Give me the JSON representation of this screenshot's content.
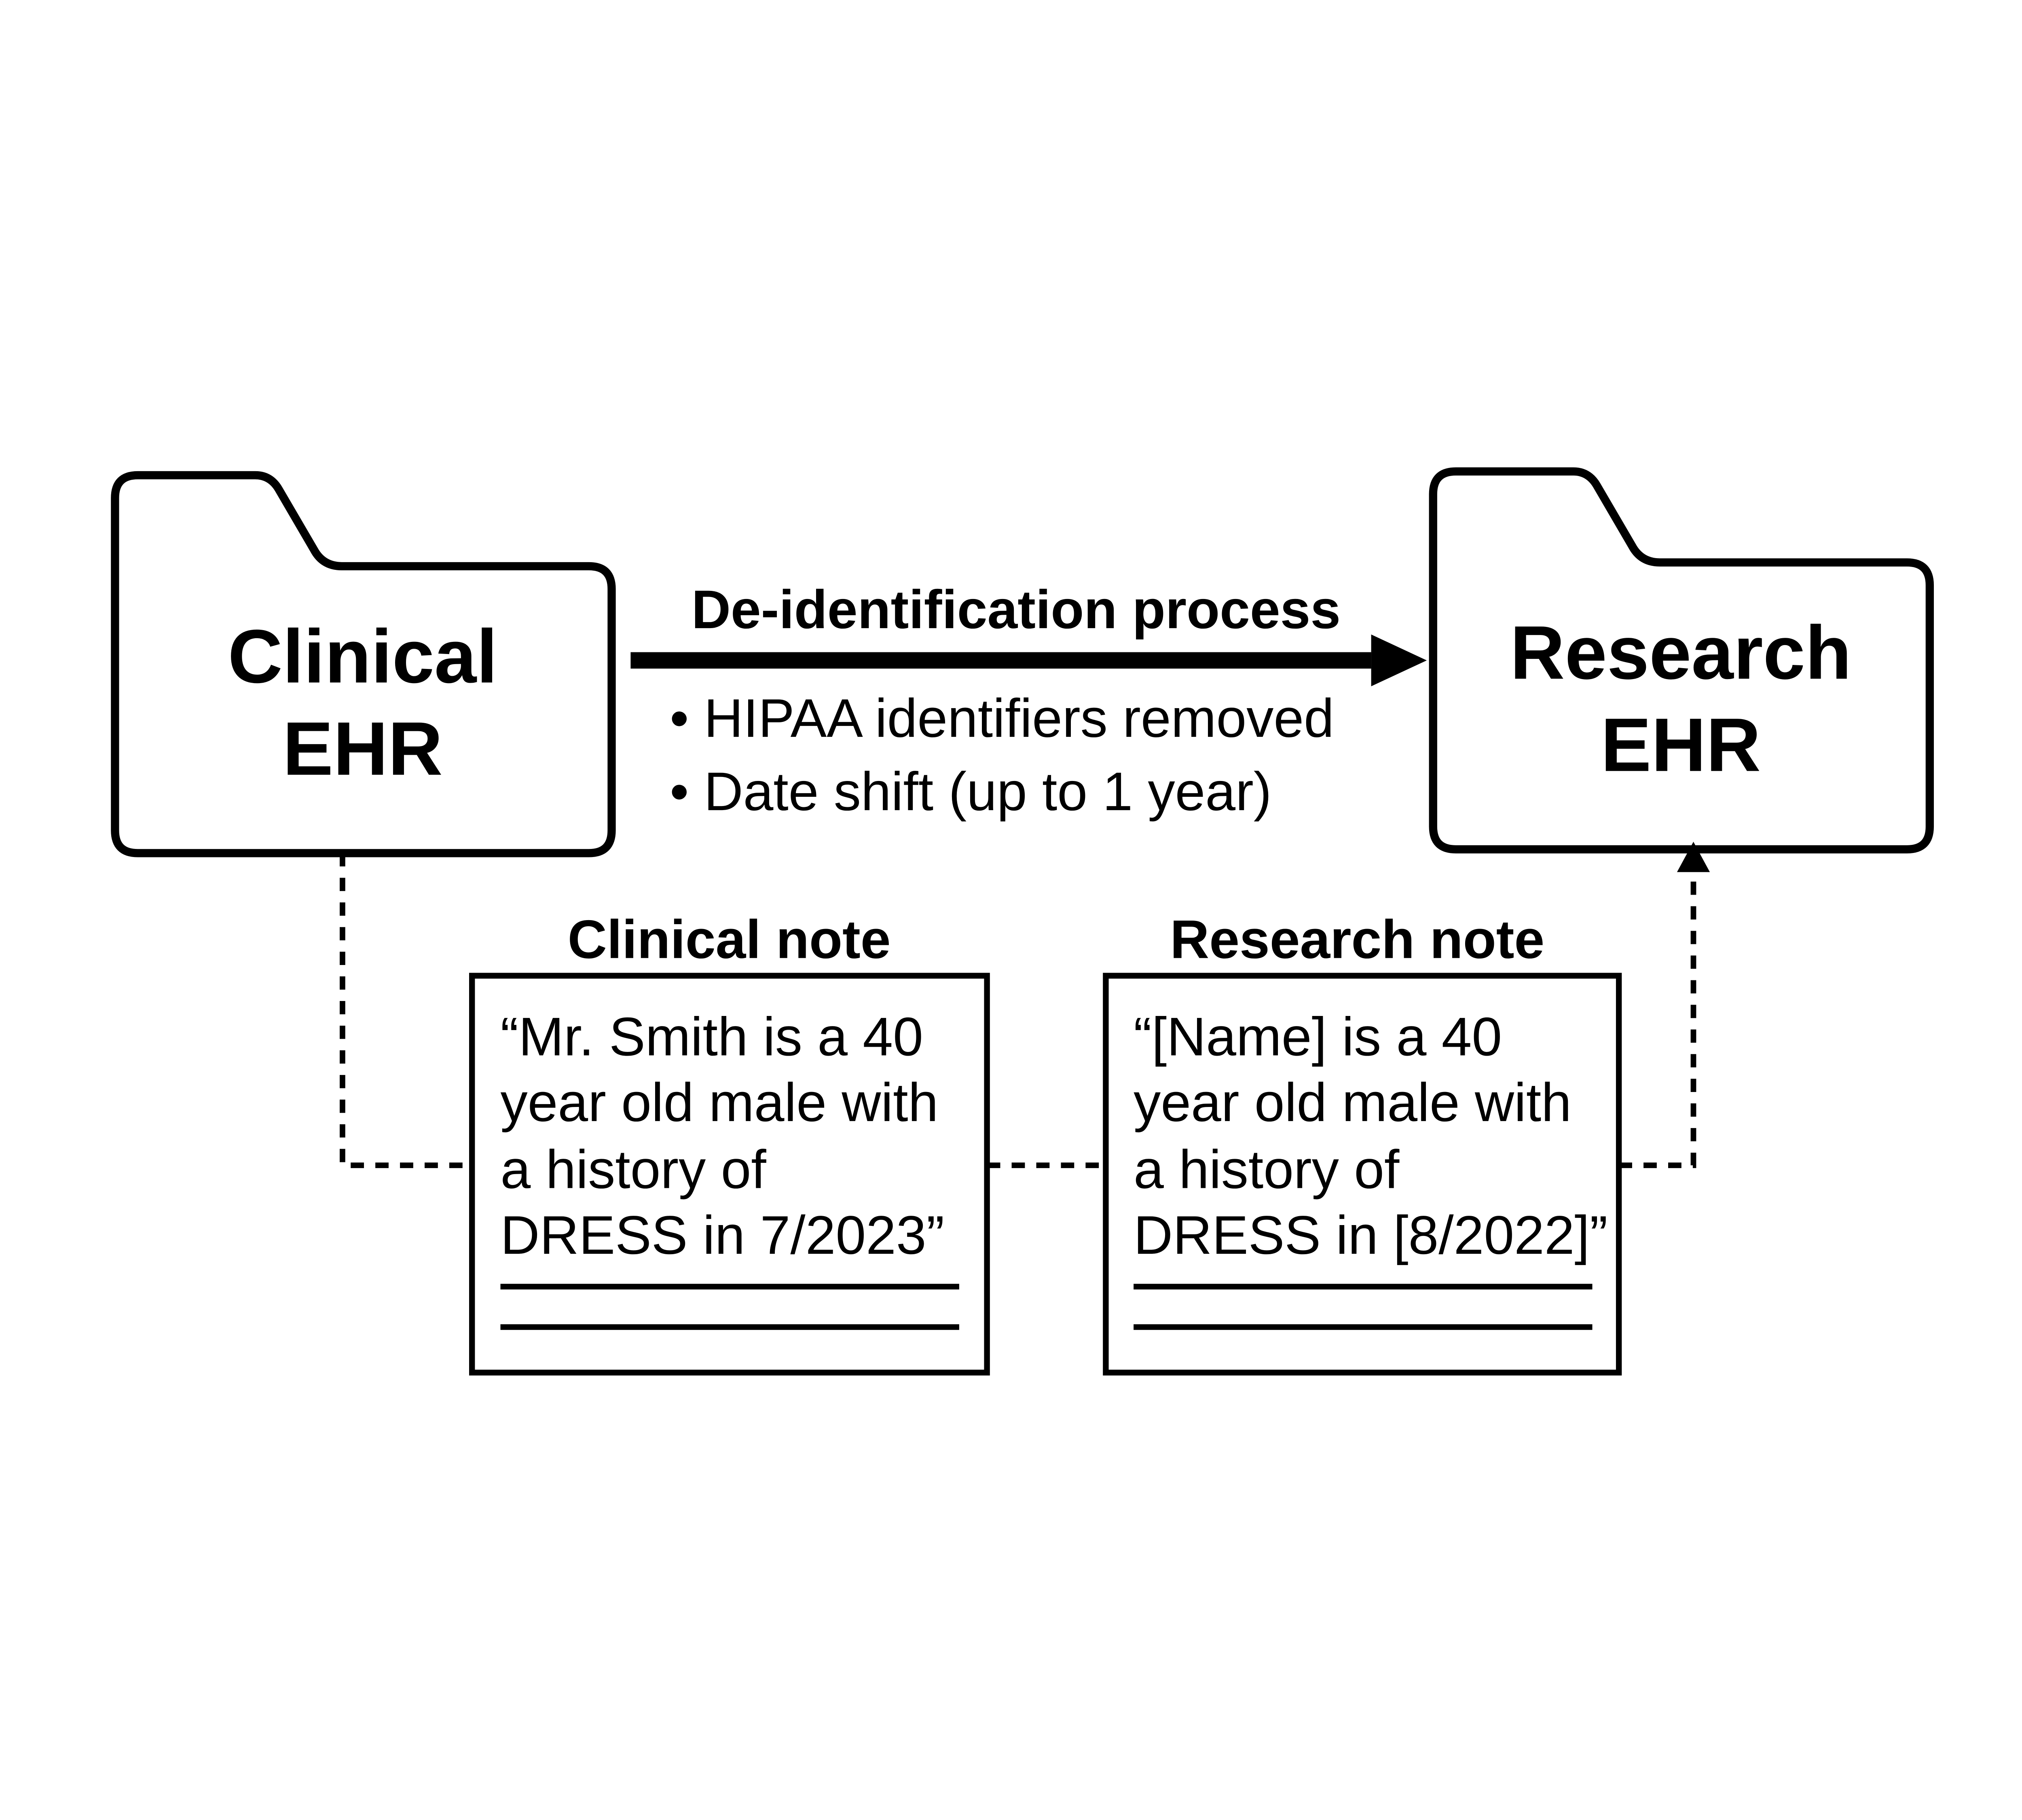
{
  "colors": {
    "ink": "#000000",
    "background": "#ffffff"
  },
  "folders": {
    "clinical": {
      "lines": [
        "Clinical",
        "EHR"
      ]
    },
    "research": {
      "lines": [
        "Research",
        "EHR"
      ]
    }
  },
  "process": {
    "title": "De-identification process",
    "bullets": [
      "• HIPAA identifiers removed",
      "• Date shift (up to 1 year)"
    ]
  },
  "notes": {
    "clinical": {
      "title": "Clinical note",
      "lines": [
        "“Mr. Smith is a 40",
        "year old male with",
        "a history of",
        "DRESS in 7/2023”"
      ]
    },
    "research": {
      "title": "Research note",
      "lines": [
        "“[Name] is a 40",
        "year old male with",
        "a history of",
        "DRESS in [8/2022]”"
      ]
    }
  }
}
